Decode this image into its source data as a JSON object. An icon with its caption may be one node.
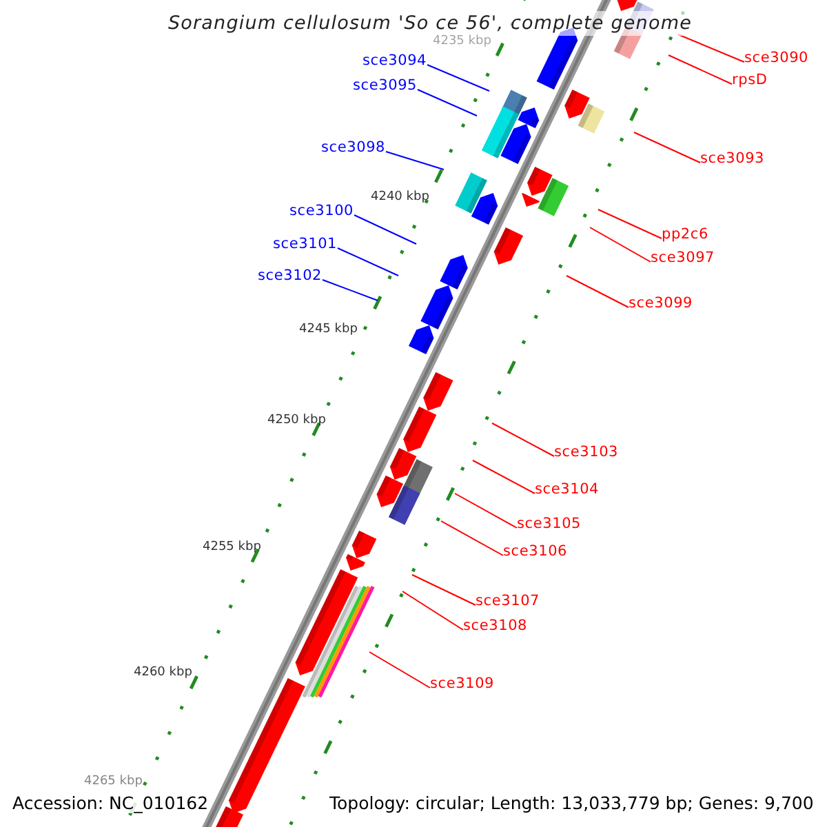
{
  "diagram": {
    "title": "Sorangium cellulosum 'So ce 56', complete genome",
    "nodes": [
      {
        "text": [
          "sce3090"
        ]
      },
      {
        "text": [
          "sce3094"
        ]
      },
      {
        "text": [
          "rpsD"
        ]
      },
      {
        "text": [
          "sce3095"
        ]
      },
      {
        "text": [
          "sce3098"
        ]
      },
      {
        "text": [
          "sce3093"
        ]
      },
      {
        "text": [
          "sce3100"
        ]
      },
      {
        "text": [
          "pp2c6"
        ]
      },
      {
        "text": [
          "sce3101"
        ]
      },
      {
        "text": [
          "sce3097"
        ]
      },
      {
        "text": [
          "sce3102"
        ]
      },
      {
        "text": [
          "sce3099"
        ]
      },
      {
        "text": [
          "sce3103"
        ]
      },
      {
        "text": [
          "sce3104"
        ]
      },
      {
        "text": [
          "sce3105"
        ]
      },
      {
        "text": [
          "sce3106"
        ]
      },
      {
        "text": [
          "sce3107"
        ]
      },
      {
        "text": [
          "sce3108"
        ]
      },
      {
        "text": [
          "sce3109"
        ]
      }
    ],
    "edges": [
      {
        "from": 0,
        "to": null,
        "arrow": "none"
      },
      {
        "from": 1,
        "to": null,
        "arrow": "none",
        "color": "#0000ff"
      },
      {
        "from": 2,
        "to": null,
        "arrow": "none"
      },
      {
        "from": 3,
        "to": null,
        "arrow": "none",
        "color": "#0000ff"
      },
      {
        "from": 4,
        "to": null,
        "arrow": "none",
        "color": "#0000ff"
      },
      {
        "from": 5,
        "to": null,
        "arrow": "none"
      },
      {
        "from": 6,
        "to": null,
        "arrow": "none",
        "color": "#0000ff"
      },
      {
        "from": 7,
        "to": null,
        "arrow": "none"
      },
      {
        "from": 8,
        "to": null,
        "arrow": "none",
        "color": "#0000ff"
      },
      {
        "from": 9,
        "to": null,
        "arrow": "none"
      },
      {
        "from": 10,
        "to": null,
        "arrow": "none",
        "color": "#0000ff"
      },
      {
        "from": 11,
        "to": null,
        "arrow": "none"
      },
      {
        "from": 12,
        "to": null,
        "arrow": "none"
      },
      {
        "from": 13,
        "to": null,
        "arrow": "none"
      },
      {
        "from": 14,
        "to": null,
        "arrow": "none"
      },
      {
        "from": 15,
        "to": null,
        "arrow": "none"
      },
      {
        "from": 16,
        "to": null,
        "arrow": "none"
      },
      {
        "from": 17,
        "to": null,
        "arrow": "none"
      },
      {
        "from": 18,
        "to": null,
        "arrow": "none"
      }
    ],
    "labels": [
      "4235 kbp",
      "4240 kbp",
      "4245 kbp",
      "4250 kbp",
      "4255 kbp",
      "4260 kbp",
      "4265 kbp",
      "Accession: NC_010162",
      "Topology: circular; Length: 13,033,779 bp; Genes: 9,700"
    ]
  }
}
